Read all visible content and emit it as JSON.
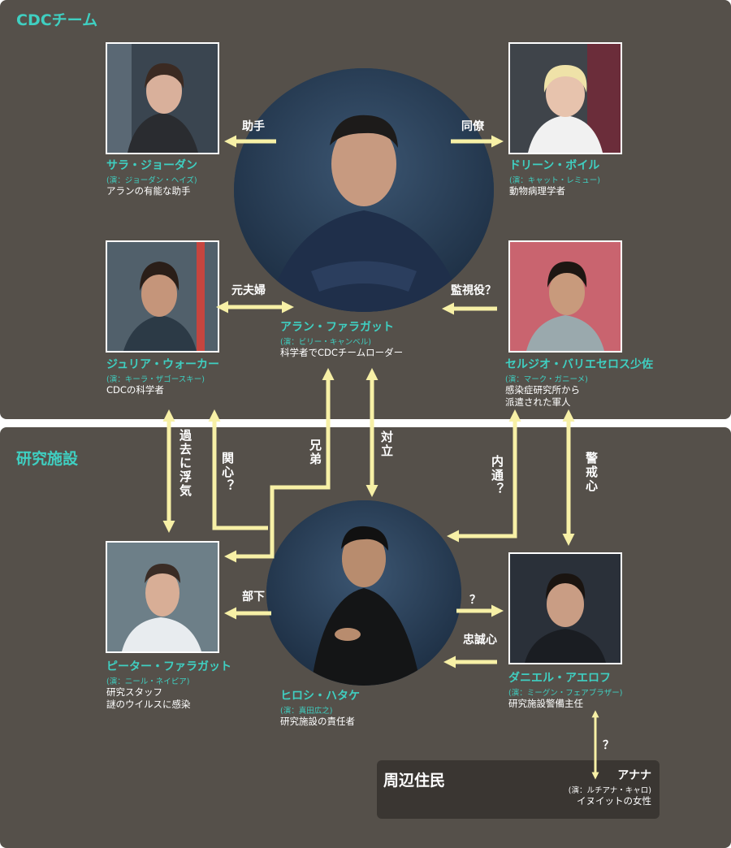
{
  "sections": {
    "cdc_team": "CDCチーム",
    "research_facility": "研究施設",
    "residents": "周辺住民"
  },
  "characters": {
    "sarah": {
      "name": "サラ・ジョーダン",
      "actor": "(演：ジョーダン・ヘイズ)",
      "desc": [
        "アランの有能な助手"
      ]
    },
    "doreen": {
      "name": "ドリーン・ボイル",
      "actor": "(演：キャット・レミュー)",
      "desc": [
        "動物病理学者"
      ]
    },
    "alan": {
      "name": "アラン・ファラガット",
      "actor": "(演：ビリー・キャンベル)",
      "desc": [
        "科学者でCDCチームローダー"
      ]
    },
    "julia": {
      "name": "ジュリア・ウォーカー",
      "actor": "(演：キーラ・ザゴースキー)",
      "desc": [
        "CDCの科学者"
      ]
    },
    "sergio": {
      "name": "セルジオ・バリエセロス少佐",
      "actor": "(演：マーク・ガニーメ)",
      "desc": [
        "感染症研究所から",
        "派遣された軍人"
      ]
    },
    "peter": {
      "name": "ピーター・ファラガット",
      "actor": "(演：ニール・ネイピア)",
      "desc": [
        "研究スタッフ",
        "謎のウイルスに感染"
      ]
    },
    "hiroshi": {
      "name": "ヒロシ・ハタケ",
      "actor": "(演：真田広之)",
      "desc": [
        "研究施設の責任者"
      ]
    },
    "daniel": {
      "name": "ダニエル・アエロフ",
      "actor": "(演：ミーグン・フェアブラザー)",
      "desc": [
        "研究施設警備主任"
      ]
    },
    "anana": {
      "name": "アナナ",
      "actor": "(演：ルチアナ・キャロ)",
      "desc": [
        "イヌイットの女性"
      ]
    }
  },
  "relations": {
    "assistant": "助手",
    "colleague": "同僚",
    "ex_spouse": "元夫婦",
    "watcher": "監視役？",
    "affair": "過去に浮気",
    "interest": "関心？",
    "brother": "兄弟",
    "conflict": "対立",
    "informant": "内通？",
    "vigilance": "警戒心",
    "subordinate": "部下",
    "unknown_1": "？",
    "loyalty": "忠誠心",
    "unknown_2": "？"
  },
  "colors": {
    "panel": "#55504a",
    "accent": "#3fcfc1",
    "arrow": "#f7f0a6",
    "residents_box": "#3a3632"
  }
}
